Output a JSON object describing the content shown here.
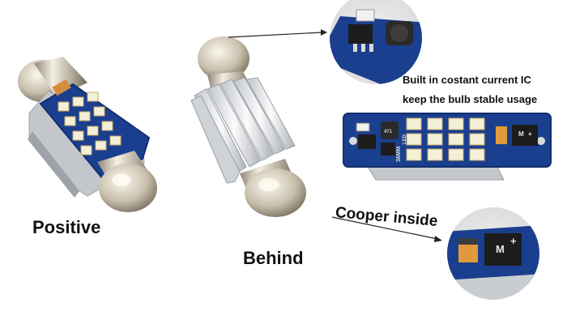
{
  "labels": {
    "positive": "Positive",
    "behind": "Behind",
    "ic_line1": "Built in costant current IC",
    "ic_line2": "keep the bulb stable usage",
    "cooper": "Cooper inside"
  },
  "pcb_markings": {
    "chip_code": "471",
    "board_code": "36MM",
    "board_brand": "LED",
    "sign_minus": "M",
    "sign_plus": "+"
  },
  "colors": {
    "pcb": "#1b3f8f",
    "led": "#f3f0d8",
    "chrome": "#cfc7b8",
    "fins": "#e4e6ea"
  }
}
